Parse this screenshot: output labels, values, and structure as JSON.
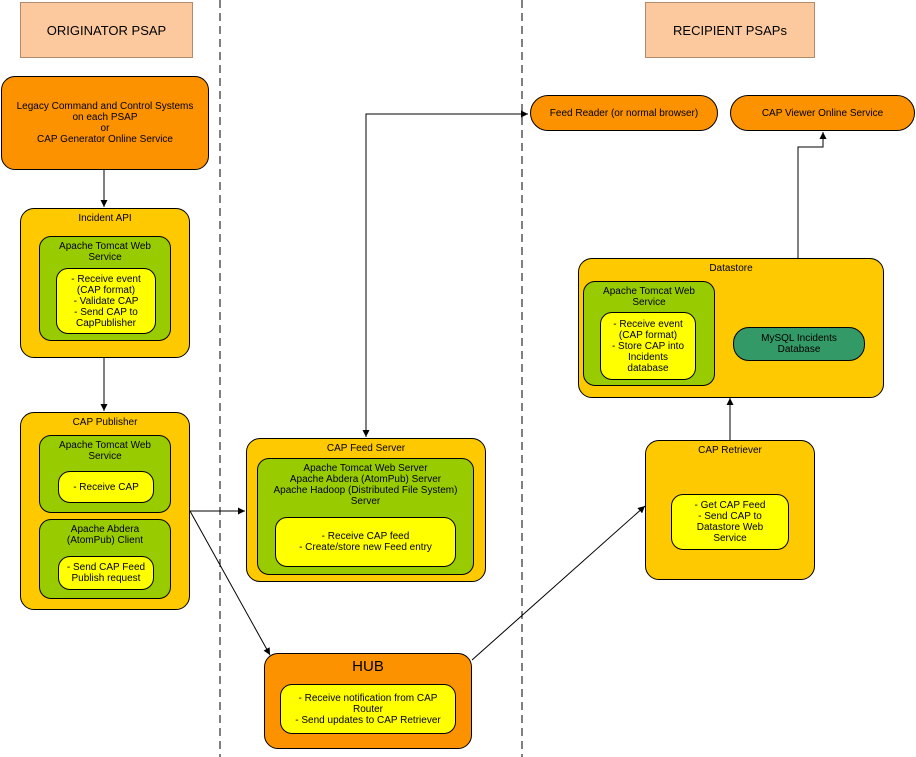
{
  "headers": {
    "originator": "ORIGINATOR PSAP",
    "recipient": "RECIPIENT PSAPs"
  },
  "legacy": "Legacy Command and Control Systems\non each PSAP\nor\nCAP Generator Online Service",
  "incident_api": {
    "title": "Incident API",
    "tomcat": "Apache Tomcat Web\nService",
    "actions": "- Receive event\n(CAP format)\n- Validate CAP\n- Send CAP to\nCapPublisher"
  },
  "cap_publisher": {
    "title": "CAP Publisher",
    "tomcat": "Apache Tomcat Web\nService",
    "receive": "- Receive CAP",
    "abdera": "Apache Abdera\n(AtomPub) Client",
    "send": "- Send CAP Feed\nPublish request"
  },
  "feed_server": {
    "title": "CAP Feed Server",
    "stack": "Apache Tomcat Web Server\nApache Abdera (AtomPub) Server\nApache Hadoop (Distributed File System)\nServer",
    "actions": "- Receive CAP feed\n- Create/store new Feed entry"
  },
  "hub": {
    "title": "HUB",
    "actions": "- Receive notification from CAP\nRouter\n- Send updates to CAP Retriever"
  },
  "feed_reader": "Feed Reader (or normal browser)",
  "cap_viewer": "CAP Viewer Online Service",
  "datastore": {
    "title": "Datastore",
    "tomcat": "Apache Tomcat Web\nService",
    "actions": "- Receive event\n(CAP format)\n- Store CAP into\nIncidents\ndatabase",
    "mysql": "MySQL Incidents\nDatabase"
  },
  "retriever": {
    "title": "CAP Retriever",
    "actions": "- Get CAP Feed\n- Send CAP to\nDatastore Web\nService"
  }
}
